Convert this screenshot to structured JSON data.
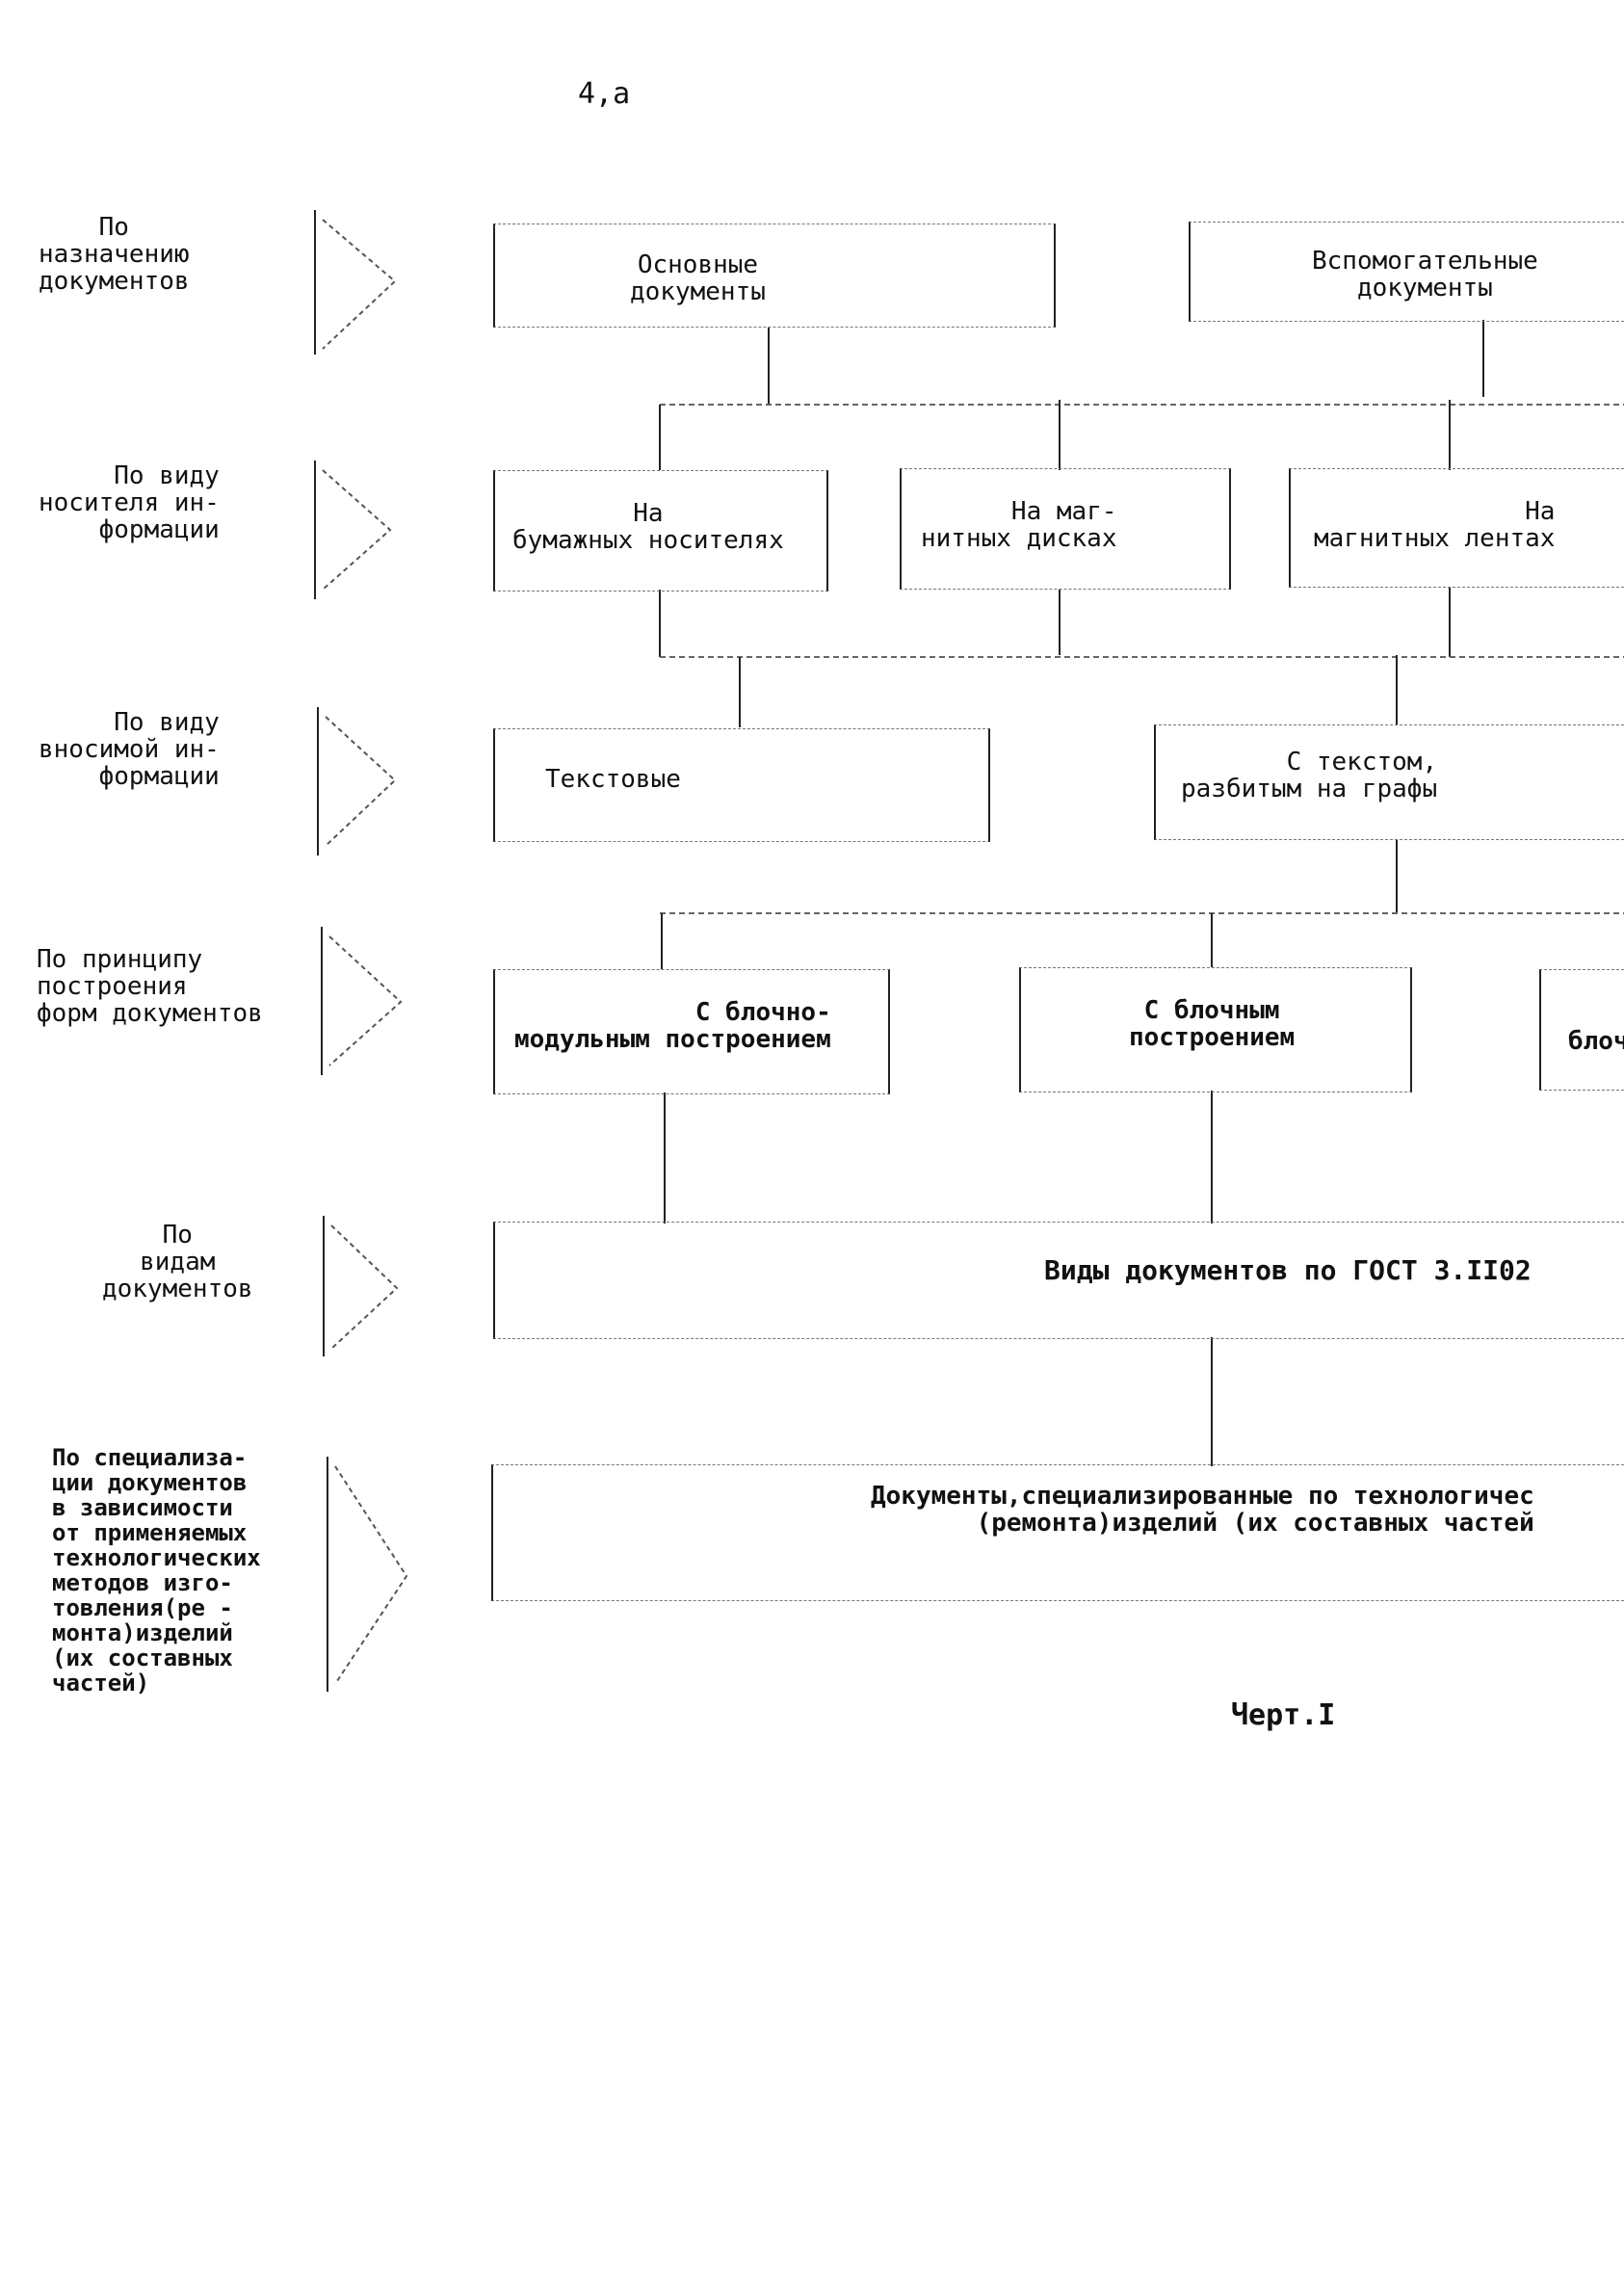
{
  "page_number": "4,а",
  "caption": "Черт.I",
  "row_labels": [
    {
      "id": "purpose",
      "text": "По\nназначению\nдокументов"
    },
    {
      "id": "carrier",
      "text": "По виду\nносителя ин-\nформации"
    },
    {
      "id": "content",
      "text": "По виду\nвносимой ин-\nформации"
    },
    {
      "id": "form",
      "text": "По принципу\nпостроения\nформ документов"
    },
    {
      "id": "types",
      "text": "По\nвидам\nдокументов"
    },
    {
      "id": "specialization",
      "text": "По специализа-\nции документов\nв зависимости\nот применяемых\nтехнологических\nметодов изго-\nтовления(ре -\nмонта)изделий\n(их составных\nчастей)"
    }
  ],
  "boxes": {
    "main_docs": "Основные\nдокументы",
    "aux_docs": "Вспомогательные\nдокументы",
    "paper": "На\nбумажных носителях",
    "magnetic_disks": "На маг-\nнитных дисках",
    "magnetic_tapes": "На\nмагнитных лентах",
    "text": "Текстовые",
    "text_columns": "С текстом,\nразбитым на графы",
    "block_modular": "С блочно-\nмодульным построением",
    "block": "С блочным\nпостроением",
    "block_cut": "блоч",
    "doc_types": "Виды документов по ГОСТ 3.II02",
    "specialized": "Документы,специализированные по технологичес\n(ремонта)изделий (их составных частей"
  }
}
